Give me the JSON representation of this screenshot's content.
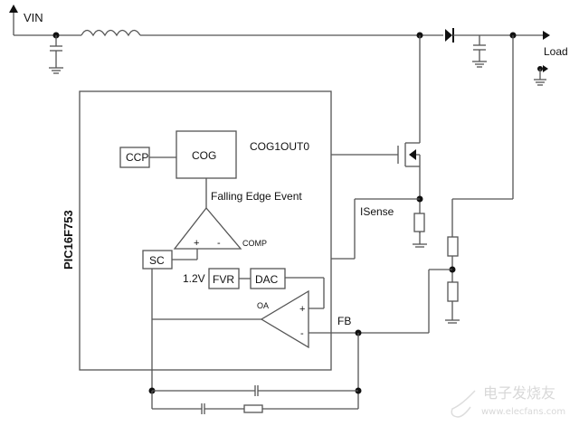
{
  "labels": {
    "vin": "VIN",
    "load": "Load",
    "chip": "PIC16F753",
    "ccp": "CCP",
    "cog": "COG",
    "cog_out": "COG1OUT0",
    "falling_edge": "Falling Edge Event",
    "comp": "COMP",
    "comp_plus": "+",
    "comp_minus": "-",
    "sc": "SC",
    "vref": "1.2V",
    "fvr": "FVR",
    "dac": "DAC",
    "oa": "OA",
    "oa_plus": "+",
    "oa_minus": "-",
    "isense": "ISense",
    "fb": "FB"
  },
  "watermark": {
    "name": "电子发烧友",
    "url": "www.elecfans.com"
  }
}
